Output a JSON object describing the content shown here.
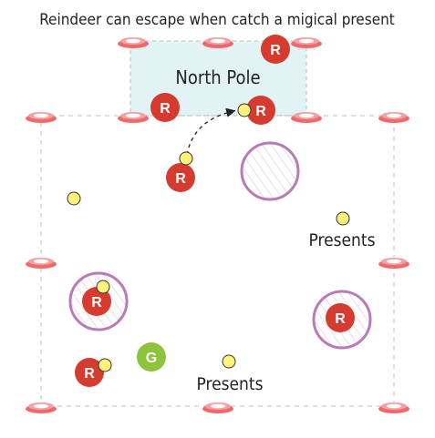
{
  "diagram": {
    "title": "Reindeer can escape when catch a migical present",
    "north_pole_label": "North Pole",
    "presents_label_1": "Presents",
    "presents_label_2": "Presents",
    "reindeer_letter": "R",
    "grinch_letter": "G"
  },
  "colors": {
    "reindeer": "#d63b2f",
    "grinch": "#8cc43c",
    "present": "#fff27a",
    "cone": "#f0686a",
    "hoop": "#b97ab8",
    "north_pole_fill": "#e1f3f4",
    "boundary": "#bdbdbd"
  },
  "icons": {
    "reindeer": "red-circle-R",
    "grinch": "green-circle-G",
    "present": "yellow-dot",
    "cone": "red-disc-cone",
    "hoop": "purple-hoop"
  }
}
